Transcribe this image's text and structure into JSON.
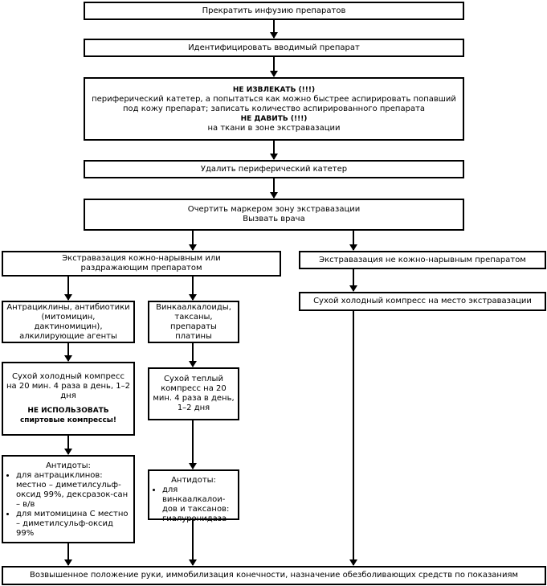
{
  "step1": "Прекратить инфузию препаратов",
  "step2": "Идентифицировать вводимый препарат",
  "step3": {
    "l1": "НЕ ИЗВЛЕКАТЬ (!!!)",
    "l2": "периферический катетер, а попытаться как можно быстрее аспирировать попавший",
    "l3": "под кожу препарат; записать количество аспирированного препарата",
    "l4": "НЕ ДАВИТЬ (!!!)",
    "l5": "на ткани в зоне экстравазации"
  },
  "step4": "Удалить периферический катетер",
  "step5": {
    "l1": "Очертить маркером зону экстравазации",
    "l2": "Вызвать врача"
  },
  "left_branch": "Экстравазация кожно-нарывным или раздражающим препаратом",
  "right_branch": "Экстравазация не кожно-нарывным препаратом",
  "right_compress": "Сухой холодный компресс на место экстравазации",
  "col1": {
    "drugs": "Антрациклины, антибиотики (митомицин, дактиномицин), алкилирующие агенты",
    "compress": "Сухой холодный компресс на 20 мин. 4 раза в день, 1–2 дня",
    "warn1": "НЕ ИСПОЛЬЗОВАТЬ",
    "warn2": "спиртовые компрессы!",
    "antidote_title": "Антидоты:",
    "antidote1": "для антрациклинов: местно – диметилсульф-оксид 99%, дексразок-сан – в/в",
    "antidote2": "для митомицина С местно – диметилсульф-оксид 99%"
  },
  "col2": {
    "drugs": "Винкаалкалоиды, таксаны, препараты платины",
    "compress": "Сухой теплый компресс на 20 мин. 4 раза в день, 1–2 дня",
    "antidote_title": "Антидоты:",
    "antidote1": "для винкаалкалои-дов и таксанов: гиалуронидаза"
  },
  "final": "Возвышенное положение руки, иммобилизация конечности, назначение обезболивающих средств по показаниям"
}
